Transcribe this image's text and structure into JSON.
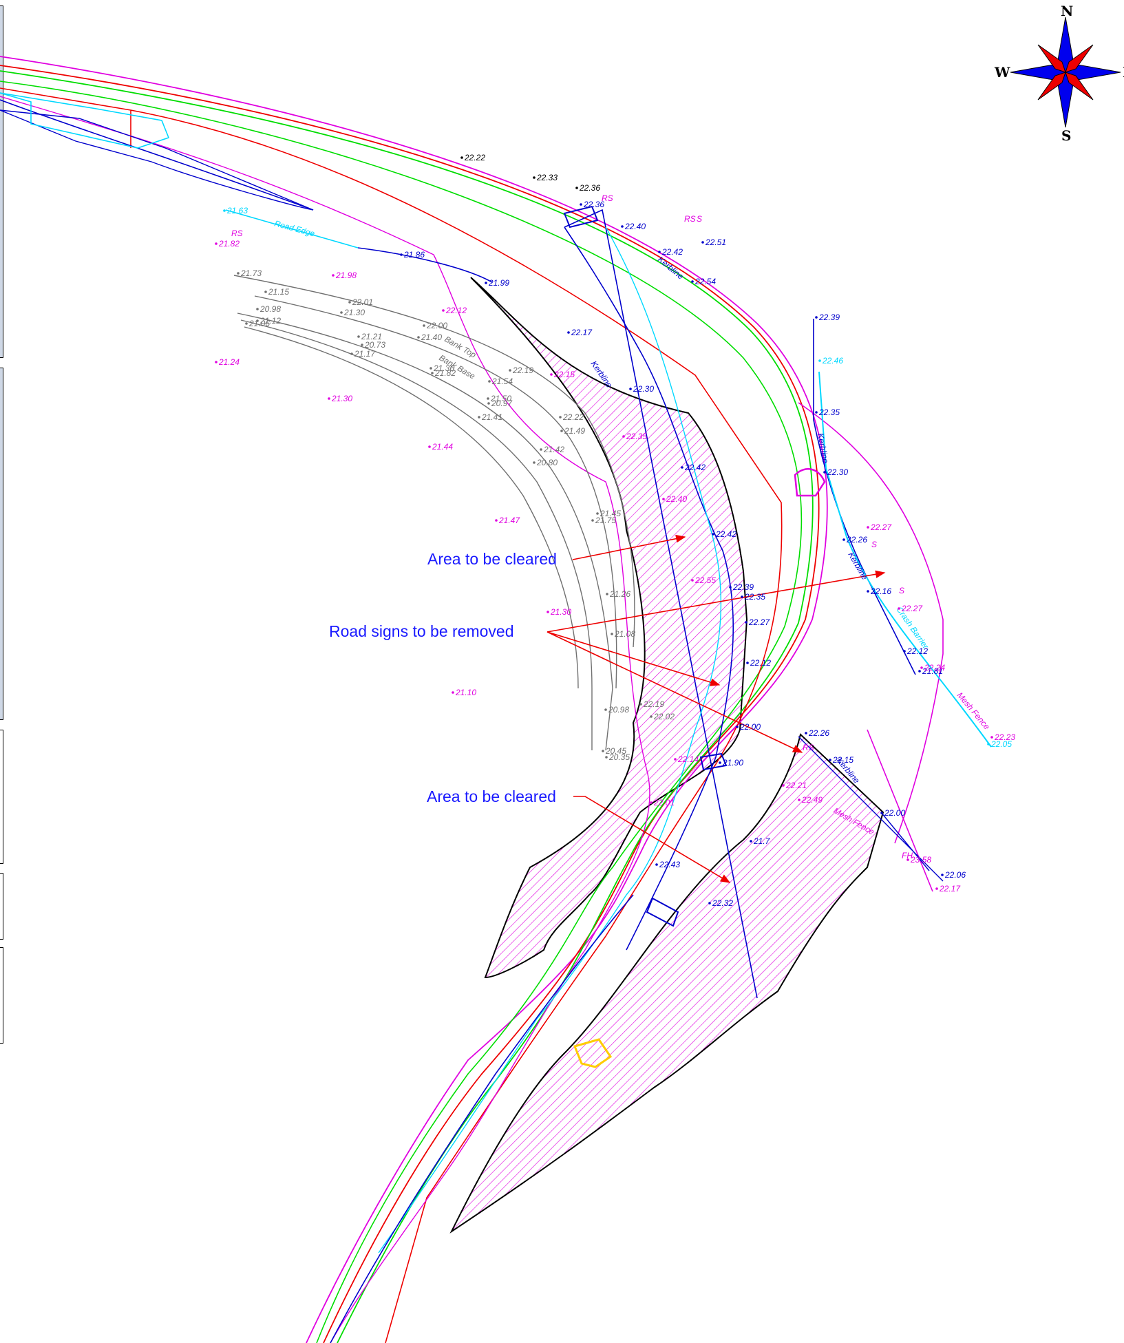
{
  "compass": {
    "north": "N",
    "south": "S",
    "west": "W",
    "east": "E"
  },
  "annotations": {
    "area_cleared_1": "Area to be cleared",
    "road_signs": "Road signs to be removed",
    "area_cleared_2": "Area to be cleared"
  },
  "line_labels": {
    "road_edge": "Road Edge",
    "bank_top": "Bank Top",
    "bank_base": "Bank Base",
    "kerbline": "Kerbline",
    "mesh_fence": "Mesh Fence",
    "crash_barrier": "Crash Barrier",
    "rs": "RS",
    "s": "S",
    "fh": "FH"
  },
  "colors": {
    "magenta": "#e000e0",
    "blue": "#0000cc",
    "cyan": "#00d8ff",
    "red": "#ee0000",
    "green": "#00dd00",
    "gray": "#707070",
    "annotation_blue": "#1a1aff"
  },
  "levels": {
    "black": [
      "22.22",
      "22.33",
      "22.36"
    ],
    "blue": [
      "22.36",
      "22.40",
      "22.42",
      "22.51",
      "22.54",
      "21.86",
      "21.99",
      "22.17",
      "22.30",
      "22.42",
      "22.42",
      "22.39",
      "22.35",
      "22.27",
      "22.12",
      "22.00",
      "21.90",
      "22.32",
      "22.26",
      "22.15",
      "22.00",
      "22.06",
      "21.7",
      "22.43",
      "22.39",
      "22.35",
      "22.30",
      "22.26",
      "22.16",
      "22.12",
      "21.81"
    ],
    "cyan": [
      "21.63",
      "22.46",
      "22.05"
    ],
    "magenta": [
      "21.82",
      "21.98",
      "22.12",
      "21.24",
      "21.30",
      "21.44",
      "21.47",
      "21.30",
      "21.10",
      "22.15",
      "22.35",
      "22.40",
      "22.55",
      "22.14",
      "22.01",
      "22.27",
      "22.27",
      "22.24",
      "22.23",
      "22.21",
      "22.49",
      "23.58",
      "22.17"
    ],
    "gray": [
      "21.73",
      "21.15",
      "22.01",
      "21.30",
      "20.98",
      "21.12",
      "21.06",
      "22.00",
      "21.40",
      "21.21",
      "20.73",
      "21.17",
      "21.36",
      "21.82",
      "22.19",
      "21.54",
      "21.50",
      "20.97",
      "21.41",
      "22.22",
      "21.49",
      "21.42",
      "20.80",
      "21.45",
      "21.75",
      "21.26",
      "21.08",
      "20.98",
      "22.19",
      "22.02",
      "20.45",
      "20.35"
    ]
  }
}
